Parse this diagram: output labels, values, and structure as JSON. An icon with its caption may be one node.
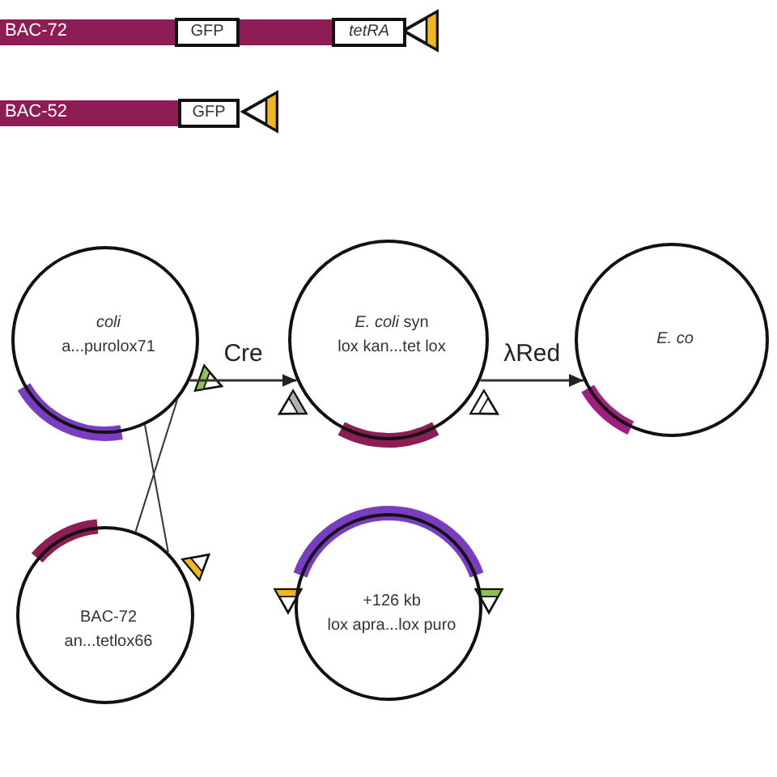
{
  "diagram": {
    "nodes": [
      {
        "text": [
          "BAC-72"
        ]
      },
      {
        "text": [
          "GFP"
        ],
        "in": 0
      },
      {
        "text": [
          "tetRA"
        ]
      },
      {
        "text": [
          "BAC-52"
        ]
      },
      {
        "text": [
          "GFP"
        ]
      },
      {
        "text": [
          "coli",
          "a...purolox71"
        ]
      },
      {
        "text": [
          "*E. coli* syn",
          "lox kan...tet lox"
        ]
      },
      {
        "text": [
          "E. co"
        ]
      },
      {
        "text": [
          "BAC-72",
          "an...tetlox66"
        ]
      },
      {
        "text": [
          "+126 kb",
          "lox apra...lox puro"
        ]
      }
    ],
    "edges": [
      {
        "from": 5,
        "to": 8,
        "arrow": "none"
      },
      {
        "from": 5,
        "to": 8,
        "arrow": "none"
      },
      {
        "from": 5,
        "to": 6,
        "arrow": "to",
        "label": "Cre"
      },
      {
        "from": 6,
        "to": 7,
        "arrow": "to",
        "label": "λRed"
      }
    ]
  }
}
